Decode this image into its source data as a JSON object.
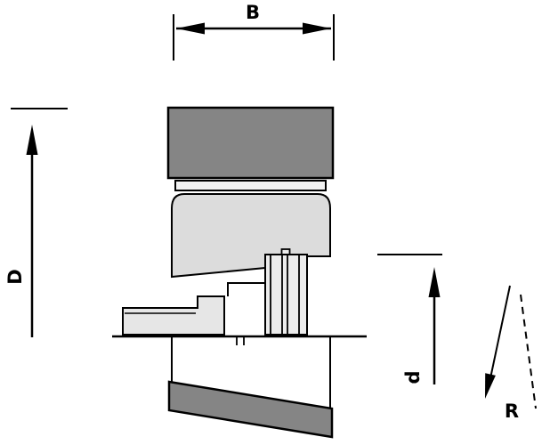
{
  "figure": {
    "type": "technical-section-drawing",
    "labels": {
      "width": "B",
      "outer_diameter": "D",
      "inner_diameter": "d",
      "radius": "R"
    },
    "colors": {
      "dark_gray": "#858585",
      "body_gray": "#dcdcdc",
      "hub_gray": "#ececec",
      "flange_gray": "#e6e6e6",
      "strip_gray": "#f2f2f2",
      "line_black": "#000000",
      "background": "#ffffff"
    }
  }
}
